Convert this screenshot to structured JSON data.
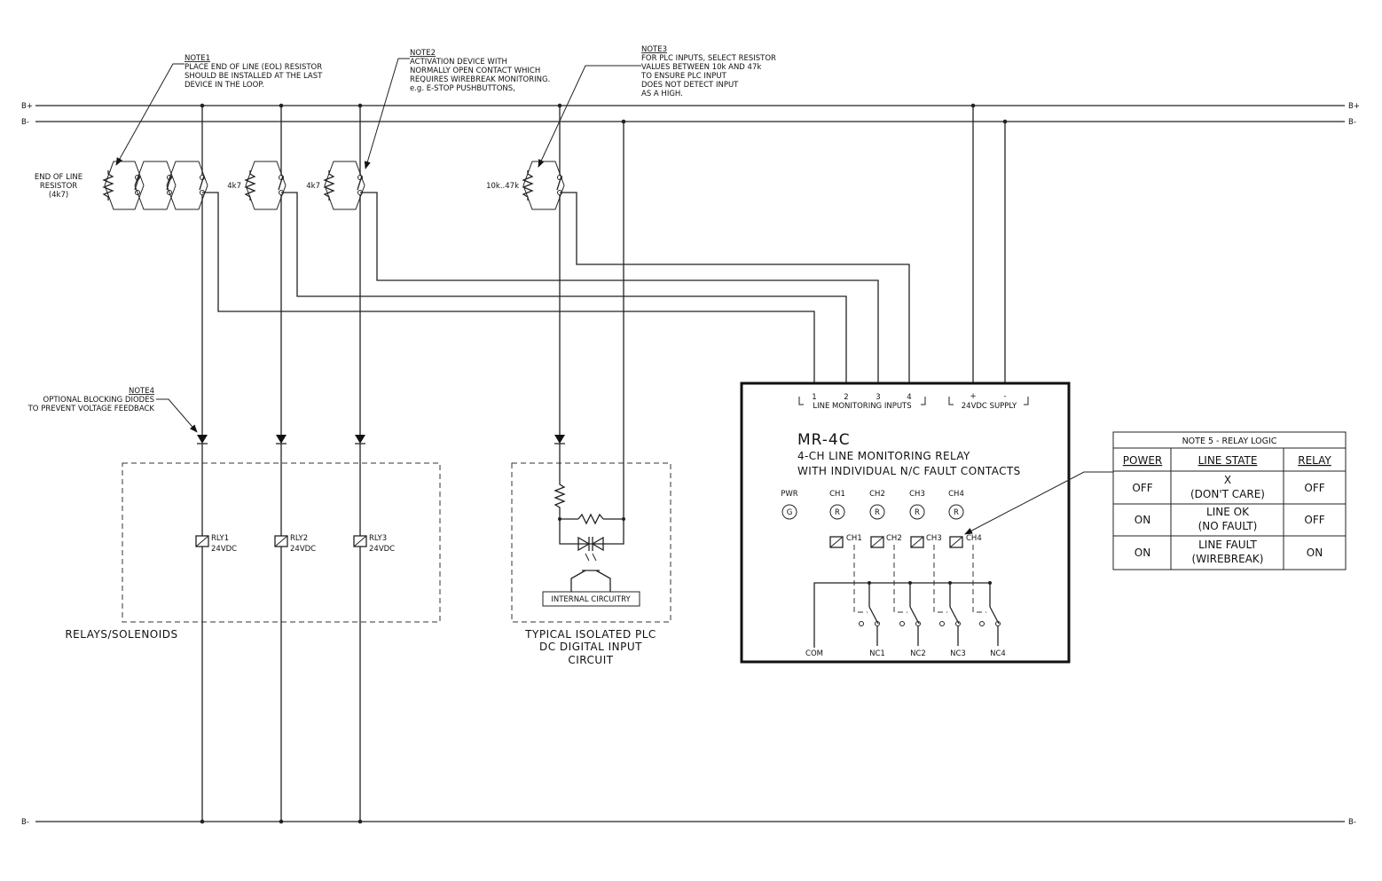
{
  "rails": {
    "bplus": "B+",
    "bminus": "B-"
  },
  "notes": {
    "note1": {
      "title": "NOTE1",
      "lines": [
        "PLACE END OF LINE (EOL) RESISTOR",
        "SHOULD BE INSTALLED AT THE LAST",
        "DEVICE IN THE LOOP."
      ]
    },
    "note2": {
      "title": "NOTE2",
      "lines": [
        "ACTIVATION DEVICE WITH",
        "NORMALLY OPEN CONTACT WHICH",
        "REQUIRES WIREBREAK MONITORING.",
        "e.g. E-STOP PUSHBUTTONS,"
      ]
    },
    "note3": {
      "title": "NOTE3",
      "lines": [
        "FOR PLC INPUTS, SELECT RESISTOR",
        "VALUES BETWEEN 10k AND 47k",
        "TO ENSURE PLC INPUT",
        "DOES NOT DETECT INPUT",
        "AS A HIGH."
      ]
    },
    "note4": {
      "title": "NOTE4",
      "lines": [
        "OPTIONAL BLOCKING DIODES",
        "TO PREVENT VOLTAGE FEEDBACK"
      ]
    }
  },
  "resistors": {
    "eol": [
      "END OF LINE",
      "RESISTOR",
      "(4k7)"
    ],
    "r2": "4k7",
    "r3": "4k7",
    "r4": "10k..47k"
  },
  "relays": {
    "rly1": [
      "RLY1",
      "24VDC"
    ],
    "rly2": [
      "RLY2",
      "24VDC"
    ],
    "rly3": [
      "RLY3",
      "24VDC"
    ],
    "group_label": "RELAYS/SOLENOIDS"
  },
  "plc": {
    "internal": "INTERNAL CIRCUITRY",
    "caption": [
      "TYPICAL ISOLATED PLC",
      "DC DIGITAL INPUT",
      "CIRCUIT"
    ]
  },
  "module": {
    "name": "MR-4C",
    "desc1": "4-CH LINE MONITORING RELAY",
    "desc2": "WITH INDIVIDUAL N/C FAULT CONTACTS",
    "terminals": [
      "1",
      "2",
      "3",
      "4"
    ],
    "inputs_label": "LINE MONITORING INPUTS",
    "supply_terms": [
      "+",
      "-"
    ],
    "supply_label": "24VDC SUPPLY",
    "leds": {
      "pwr": "PWR",
      "ch1": "CH1",
      "ch2": "CH2",
      "ch3": "CH3",
      "ch4": "CH4",
      "g": "G",
      "r": "R"
    },
    "coils": [
      "CH1",
      "CH2",
      "CH3",
      "CH4"
    ],
    "outputs": {
      "com": "COM",
      "nc": [
        "NC1",
        "NC2",
        "NC3",
        "NC4"
      ]
    }
  },
  "table": {
    "title": "NOTE 5 - RELAY LOGIC",
    "headers": [
      "POWER",
      "LINE STATE",
      "RELAY"
    ],
    "rows": [
      {
        "power": "OFF",
        "state1": "X",
        "state2": "(DON'T CARE)",
        "relay": "OFF"
      },
      {
        "power": "ON",
        "state1": "LINE OK",
        "state2": "(NO FAULT)",
        "relay": "OFF"
      },
      {
        "power": "ON",
        "state1": "LINE FAULT",
        "state2": "(WIREBREAK)",
        "relay": "ON"
      }
    ]
  }
}
